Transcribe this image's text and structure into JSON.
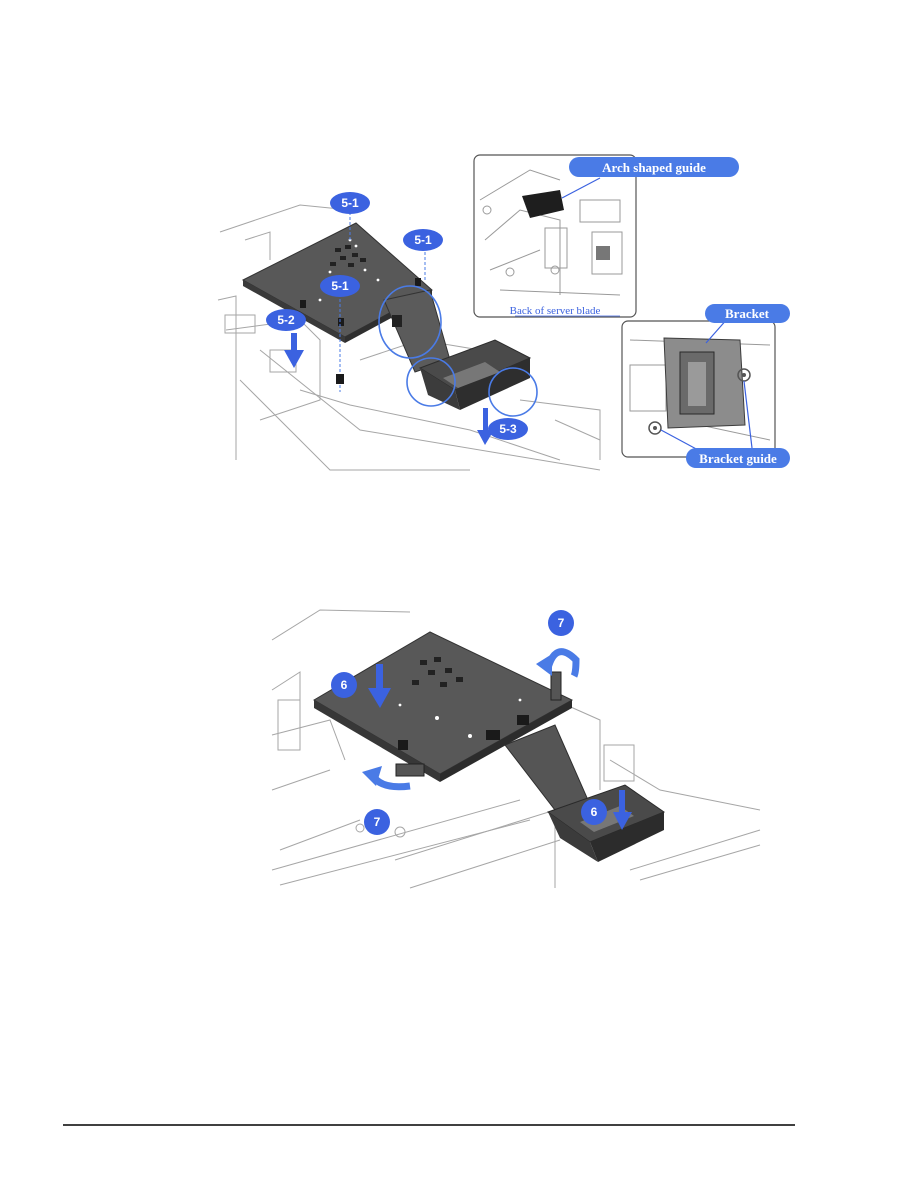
{
  "figure1": {
    "step_labels": [
      "5-1",
      "5-1",
      "5-1",
      "5-2",
      "5-3"
    ],
    "callouts": {
      "arch_guide": "Arch shaped guide",
      "bracket": "Bracket",
      "bracket_guide": "Bracket guide",
      "back_caption": "Back of server blade"
    }
  },
  "figure2": {
    "step_labels": [
      "7",
      "6",
      "7",
      "6"
    ]
  },
  "colors": {
    "badge": "#3b62e0",
    "callout": "#4a7be6",
    "board": "#585858",
    "line": "#9a9a9a"
  }
}
